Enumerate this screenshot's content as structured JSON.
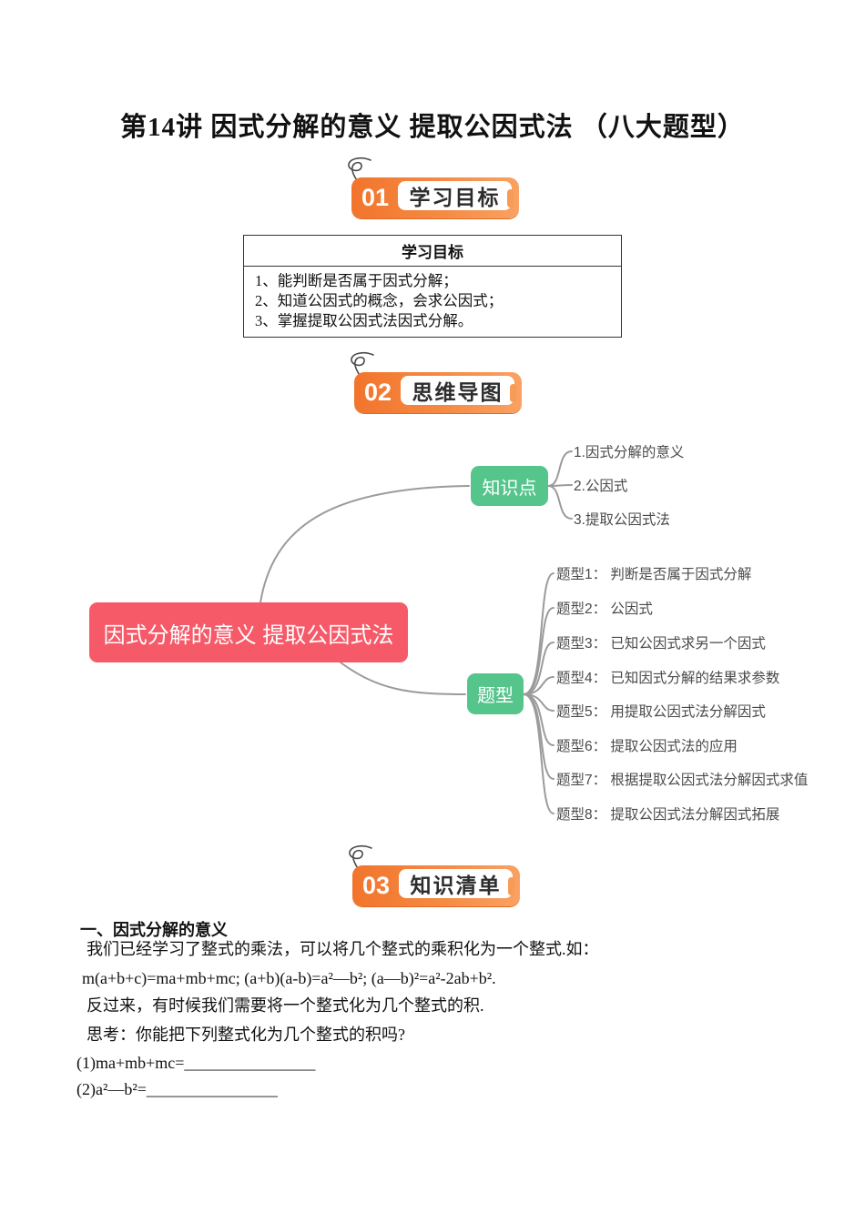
{
  "page": {
    "title": "第14讲 因式分解的意义 提取公因式法 （八大题型）"
  },
  "badges": [
    {
      "number": "01",
      "label": "学习目标"
    },
    {
      "number": "02",
      "label": "思维导图"
    },
    {
      "number": "03",
      "label": "知识清单"
    }
  ],
  "objectives": {
    "header": "学习目标",
    "rows": [
      "1、能判断是否属于因式分解；",
      "2、知道公因式的概念，会求公因式；",
      "3、掌握提取公因式法因式分解。"
    ]
  },
  "mindmap": {
    "root": "因式分解的意义 提取公因式法",
    "knowledge": {
      "label": "知识点",
      "items": [
        "1.因式分解的意义",
        "2.公因式",
        "3.提取公因式法"
      ]
    },
    "types": {
      "label": "题型",
      "items": [
        "题型1： 判断是否属于因式分解",
        "题型2： 公因式",
        "题型3： 已知公因式求另一个因式",
        "题型4： 已知因式分解的结果求参数",
        "题型5： 用提取公因式法分解因式",
        "题型6： 提取公因式法的应用",
        "题型7： 根据提取公因式法分解因式求值",
        "题型8： 提取公因式法分解因式拓展"
      ]
    }
  },
  "knowledge_list": {
    "heading": "一、因式分解的意义",
    "lines": [
      "我们已经学习了整式的乘法，可以将几个整式的乘积化为一个整式.如：",
      "m(a+b+c)=ma+mb+mc; (a+b)(a-b)=a²—b²; (a—b)²=a²-2ab+b².",
      "反过来，有时候我们需要将一个整式化为几个整式的积.",
      "思考：你能把下列整式化为几个整式的积吗?",
      "(1)ma+mb+mc=________________",
      "(2)a²—b²=________________"
    ]
  },
  "colors": {
    "badge_orange": "#F2742C",
    "badge_orange_light": "#F79B55",
    "node_green": "#55C58C",
    "node_red": "#F65A69",
    "branch_gray": "#9B9B9B"
  }
}
